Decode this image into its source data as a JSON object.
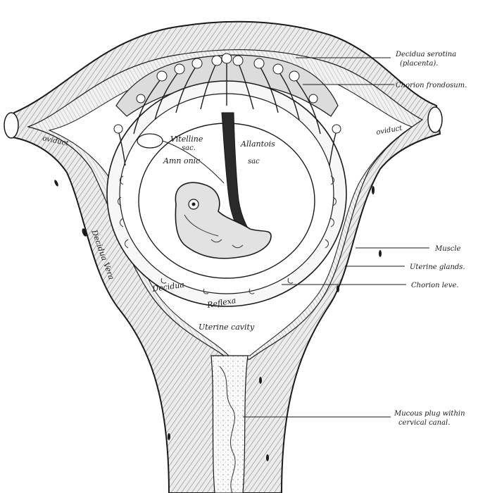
{
  "labels": {
    "decidua_serotina": "Decidua serotina",
    "placenta": "(placenta).",
    "chorion_frondosum": "Chorion frondosum.",
    "oviduct_left": "oviduct",
    "oviduct_right": "oviduct",
    "vitelline": "Vitelline",
    "vitelline_sac": "sac.",
    "allantois": "Allantois",
    "amniotic": "Amn onic",
    "amniotic_sac": "sac",
    "decidua_vera": "Decidua Vera",
    "muscle": "Muscle",
    "uterine_glands": "Uterine glands.",
    "chorion_leve": "Chorion leve.",
    "decidua": "Decidua",
    "reflexa": "Reflexa",
    "uterine_cavity": "Uterine cavity",
    "mucous_plug_1": "Mucous plug within",
    "mucous_plug_2": "cervical canal."
  },
  "colors": {
    "ink": "#1a1a1a",
    "paper": "#ffffff",
    "muscle_fill": "#e6e6e6",
    "decidua_fill": "#f4f4f4"
  }
}
